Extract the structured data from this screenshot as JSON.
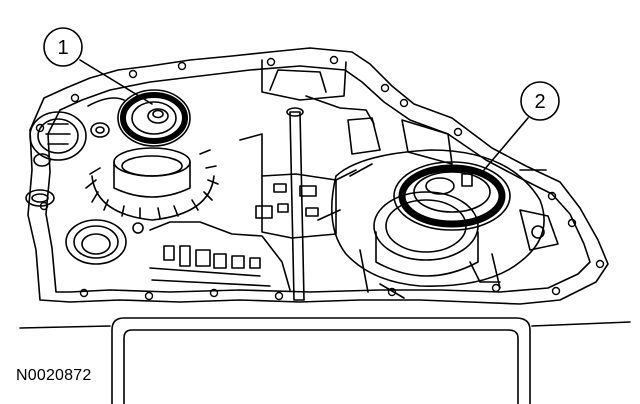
{
  "figure": {
    "callouts": [
      {
        "label": "1",
        "name": "seal-callout-1"
      },
      {
        "label": "2",
        "name": "seal-callout-2"
      }
    ],
    "figure_id": "N0020872"
  }
}
